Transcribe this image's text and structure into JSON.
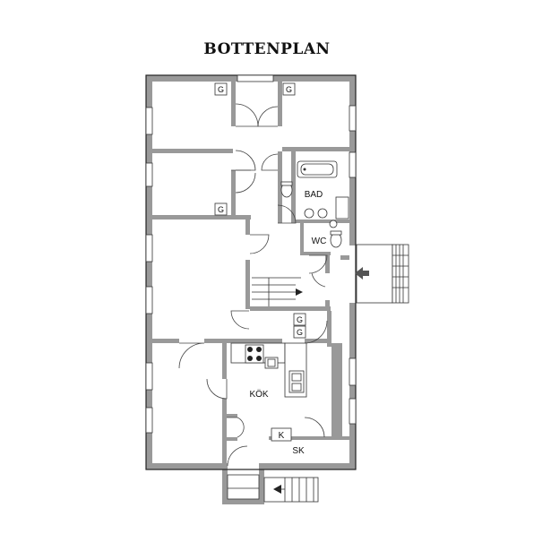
{
  "title": "BOTTENPLAN",
  "rooms": {
    "bathroom": "BAD",
    "wc": "WC",
    "kitchen": "KÖK",
    "wardrobe": "SK",
    "fridge": "K"
  },
  "storage_marker": "G",
  "colors": {
    "walls": "#999999",
    "lines": "#222222",
    "background": "#ffffff"
  }
}
